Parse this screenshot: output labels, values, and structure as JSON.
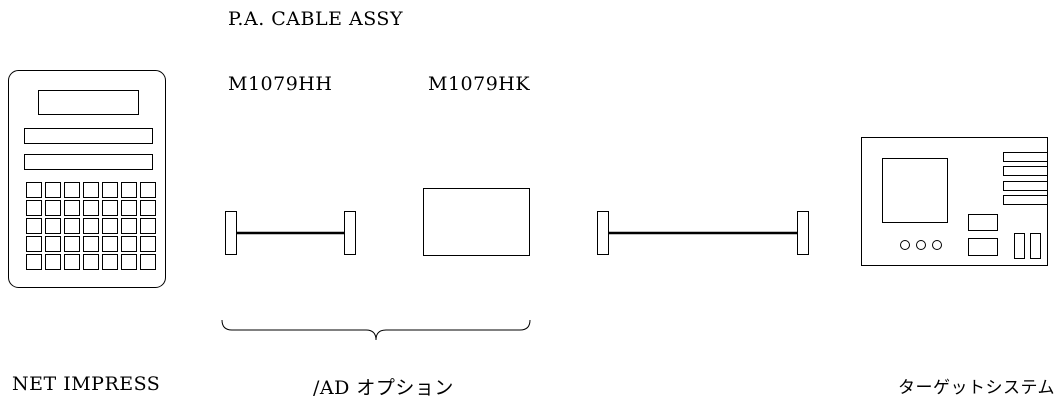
{
  "header": {
    "title": "P.A. CABLE ASSY"
  },
  "parts": {
    "left": "M1079HH",
    "right": "M1079HK"
  },
  "labels": {
    "programmer": "NET IMPRESS",
    "option": "/AD オプション",
    "target": "ターゲットシステム"
  },
  "icons": {
    "programmer": "net-impress-device-icon",
    "cable": "cable-assy-icon",
    "module": "conversion-module-icon",
    "target": "target-board-icon"
  }
}
